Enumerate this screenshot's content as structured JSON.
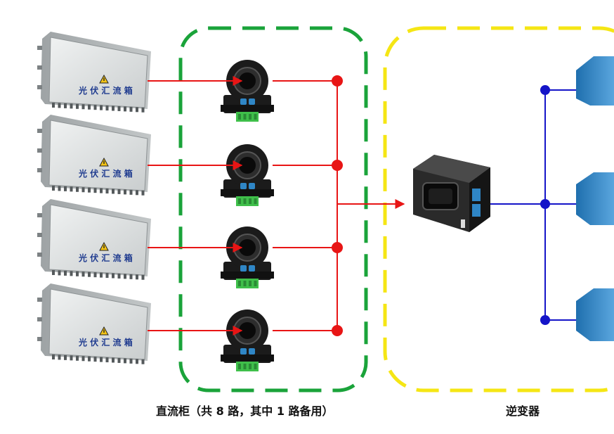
{
  "combiner_box": {
    "label": "光 伏 汇 流 箱",
    "count": 4,
    "icon": "warning-triangle-icon"
  },
  "dc_cabinet": {
    "caption": "直流柜（共 8 路，其中 1 路备用）",
    "border_color": "#1aa33a",
    "sensor_count": 4
  },
  "inverter": {
    "caption": "逆变器",
    "border_color": "#f5e614"
  },
  "colors": {
    "dc_line": "#e81515",
    "ac_line": "#1414c8",
    "combiner_body": "#d9dcdc",
    "sensor_body": "#1b1b1b",
    "terminal_green": "#3fbf4a",
    "module_blue": "#2f86c6"
  }
}
